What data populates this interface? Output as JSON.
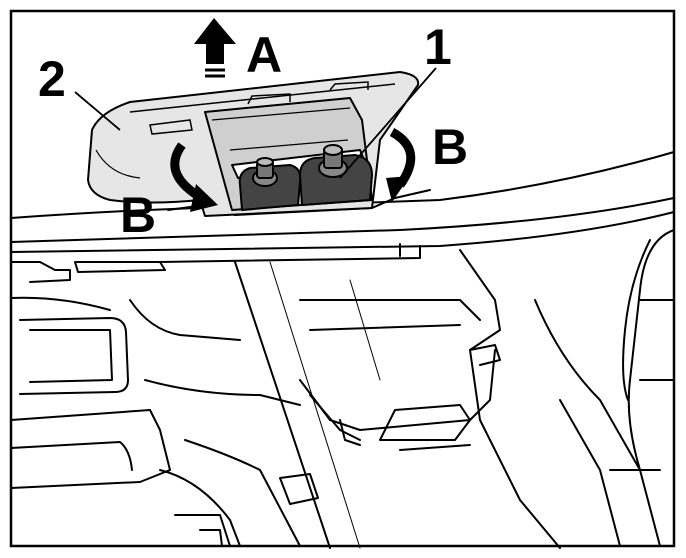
{
  "figure": {
    "callouts": {
      "item_1": "1",
      "item_2": "2",
      "direction_a": "A",
      "direction_b_left": "B",
      "direction_b_right": "B"
    },
    "colors": {
      "line": "#000000",
      "background": "#ffffff",
      "cover": "#e6e6e6",
      "recess": "#cfcfcf",
      "bulb_holder": "#444444"
    }
  }
}
